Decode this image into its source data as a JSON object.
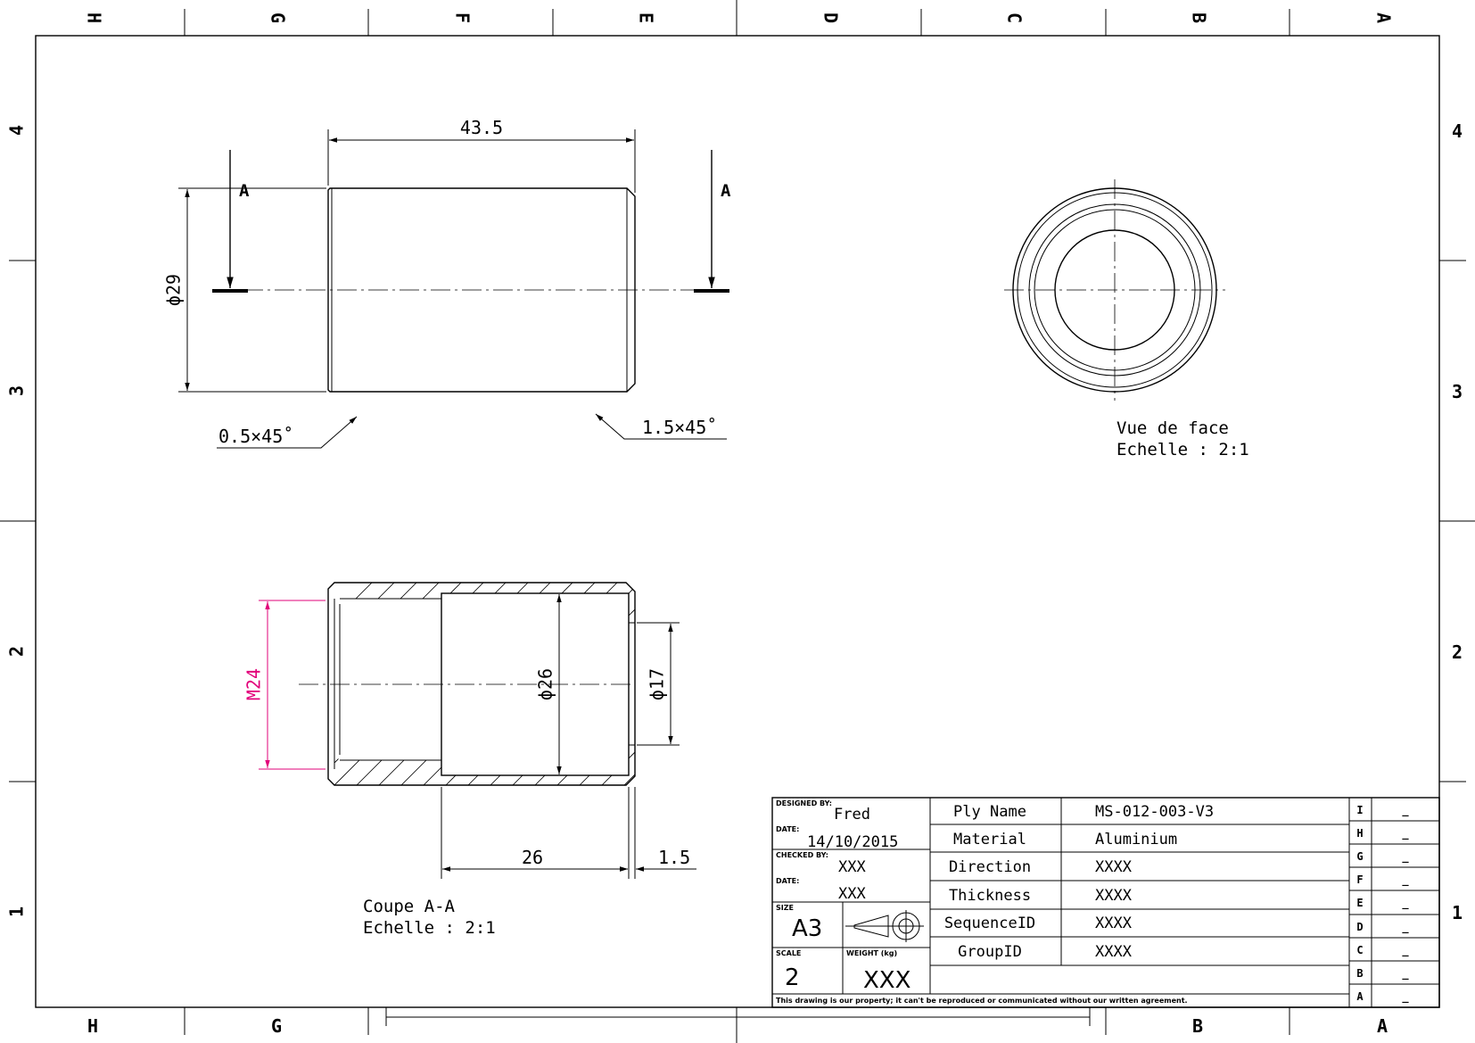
{
  "zones": {
    "letters_top": [
      "H",
      "G",
      "F",
      "E",
      "D",
      "C",
      "B",
      "A"
    ],
    "letters_bottom": [
      "H",
      "G",
      "B",
      "A"
    ],
    "numbers": [
      "4",
      "3",
      "2",
      "1"
    ]
  },
  "side_view": {
    "length": "43.5",
    "diameter": "ϕ29",
    "chamfer_left": "0.5×45˚",
    "chamfer_right": "1.5×45˚",
    "section_mark": "A"
  },
  "front_view": {
    "title": "Vue de face",
    "scale": "Echelle :  2:1"
  },
  "section_view": {
    "thread": "M24",
    "bore": "ϕ26",
    "hole": "ϕ17",
    "bore_depth": "26",
    "lip": "1.5",
    "title": "Coupe A-A",
    "scale": "Echelle :  2:1"
  },
  "title_block": {
    "designed_by_label": "DESIGNED BY:",
    "designed_by": "Fred",
    "date_label": "DATE:",
    "date": "14/10/2015",
    "checked_by_label": "CHECKED BY:",
    "checked_by": "XXX",
    "checked_date": "XXX",
    "size_label": "SIZE",
    "size": "A3",
    "scale_label": "SCALE",
    "scale": "2",
    "weight_label": "WEIGHT (kg)",
    "weight": "XXX",
    "rows": [
      {
        "label": "Ply Name",
        "value": "MS-012-003-V3"
      },
      {
        "label": "Material",
        "value": "Aluminium"
      },
      {
        "label": "Direction",
        "value": "XXXX"
      },
      {
        "label": "Thickness",
        "value": "XXXX"
      },
      {
        "label": "SequenceID",
        "value": "XXXX"
      },
      {
        "label": "GroupID",
        "value": "XXXX"
      }
    ],
    "revisions": [
      {
        "letter": "I",
        "value": "_"
      },
      {
        "letter": "H",
        "value": "_"
      },
      {
        "letter": "G",
        "value": "_"
      },
      {
        "letter": "F",
        "value": "_"
      },
      {
        "letter": "E",
        "value": "_"
      },
      {
        "letter": "D",
        "value": "_"
      },
      {
        "letter": "C",
        "value": "_"
      },
      {
        "letter": "B",
        "value": "_"
      },
      {
        "letter": "A",
        "value": "_"
      }
    ],
    "footer": "This drawing is our property; it can't be reproduced or communicated without our written agreement."
  }
}
